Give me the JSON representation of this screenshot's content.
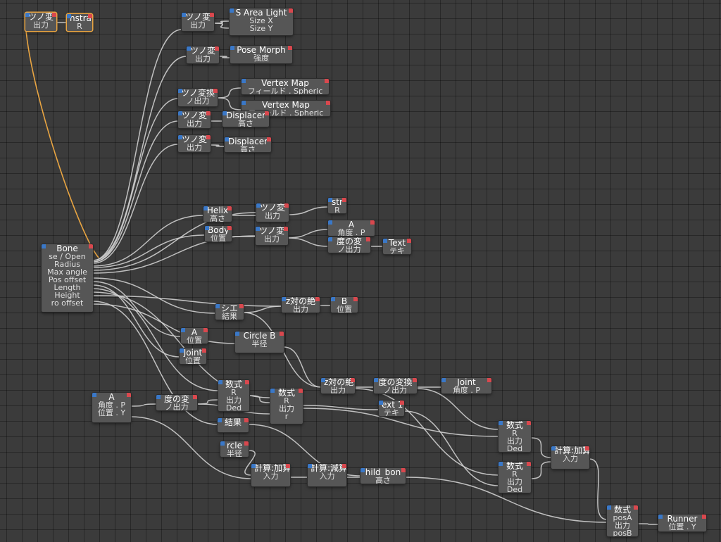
{
  "colors": {
    "canvas": "#3b3b3b",
    "node": "#565656",
    "wire": "#cfcfcf",
    "selected_wire": "#e9a542",
    "input_port": "#3a78c8",
    "output_port": "#d9484e"
  },
  "nodes": {
    "n_a1": {
      "title": "ツノ変",
      "rows": [
        "出力"
      ]
    },
    "n_a2": {
      "title": "nstra",
      "rows": [
        "R"
      ]
    },
    "n_b1": {
      "title": "ツノ変",
      "rows": [
        "出力"
      ]
    },
    "n_b2": {
      "title": "S Area Light",
      "rows": [
        "Size X",
        "Size Y"
      ]
    },
    "n_c1": {
      "title": "ツノ変",
      "rows": [
        "出力"
      ]
    },
    "n_c2": {
      "title": "Pose Morph",
      "rows": [
        "強度"
      ]
    },
    "n_d1": {
      "title": "ツノ変換",
      "rows": [
        "ノ出力"
      ]
    },
    "n_d2": {
      "title": "Vertex Map",
      "rows": [
        "フィールド . Spheric"
      ]
    },
    "n_d3": {
      "title": "Vertex Map",
      "rows": [
        "フィールド . Spheric"
      ]
    },
    "n_e1": {
      "title": "ツノ変",
      "rows": [
        "出力"
      ]
    },
    "n_e2": {
      "title": "Displacer",
      "rows": [
        "高さ"
      ]
    },
    "n_f1": {
      "title": "ツノ変",
      "rows": [
        "出力"
      ]
    },
    "n_f2": {
      "title": "Displacer",
      "rows": [
        "高さ"
      ]
    },
    "n_bone": {
      "title": "Bone",
      "rows": [
        "se / Open",
        "Radius",
        "Max angle",
        "Pos offset",
        "Length",
        "Height",
        "ro offset"
      ]
    },
    "n_helix": {
      "title": "Helix",
      "rows": [
        "高さ"
      ]
    },
    "n_g1": {
      "title": "ツノ変",
      "rows": [
        "出力"
      ]
    },
    "n_g2": {
      "title": "str",
      "rows": [
        "R"
      ]
    },
    "n_body": {
      "title": "Body",
      "rows": [
        "位置"
      ]
    },
    "n_h1": {
      "title": "ツノ変",
      "rows": [
        "出力"
      ]
    },
    "n_h2": {
      "title": "A",
      "rows": [
        "角度 . P"
      ]
    },
    "n_h3": {
      "title": "度の変",
      "rows": [
        "ノ出力"
      ]
    },
    "n_h4": {
      "title": "Text",
      "rows": [
        "テキ"
      ]
    },
    "n_i1": {
      "title": "シエ",
      "rows": [
        "結果"
      ]
    },
    "n_i2": {
      "title": "z対の絶",
      "rows": [
        "出力"
      ]
    },
    "n_i3": {
      "title": "B",
      "rows": [
        "位置"
      ]
    },
    "n_ja": {
      "title": "A",
      "rows": [
        "位置"
      ]
    },
    "n_circleb": {
      "title": "Circle B",
      "rows": [
        "半径"
      ]
    },
    "n_joint1": {
      "title": "Joint",
      "rows": [
        "位置"
      ]
    },
    "n_k1": {
      "title": "z対の絶",
      "rows": [
        "出力"
      ]
    },
    "n_k2": {
      "title": "度の変換",
      "rows": [
        "ノ出力"
      ]
    },
    "n_k3": {
      "title": "Joint",
      "rows": [
        "角度 . P"
      ]
    },
    "n_l1": {
      "title": "A",
      "rows": [
        "角度 . P",
        "位置 . Y"
      ]
    },
    "n_l2": {
      "title": "度の変",
      "rows": [
        "ノ出力"
      ]
    },
    "n_m1": {
      "title": "数式",
      "rows": [
        "R",
        "出力",
        "Ded"
      ]
    },
    "n_m2": {
      "title": "数式",
      "rows": [
        "R",
        "出力",
        "r"
      ]
    },
    "n_text2": {
      "title": "ext 1",
      "rows": [
        "テキ"
      ]
    },
    "n_result": {
      "title": "結果",
      "rows": [
        ""
      ]
    },
    "n_circle": {
      "title": "rcle",
      "rows": [
        "半径"
      ]
    },
    "n_n1": {
      "title": "計算:加算",
      "rows": [
        "入力"
      ]
    },
    "n_n2": {
      "title": "計算:減算",
      "rows": [
        "入力"
      ]
    },
    "n_child": {
      "title": "hild_bon",
      "rows": [
        "高さ"
      ]
    },
    "n_o1": {
      "title": "数式",
      "rows": [
        "R",
        "出力",
        "Ded"
      ]
    },
    "n_o2": {
      "title": "数式",
      "rows": [
        "R",
        "出力",
        "Ded"
      ]
    },
    "n_o3": {
      "title": "計算:加算",
      "rows": [
        "入力"
      ]
    },
    "n_p1": {
      "title": "数式",
      "rows": [
        "posA",
        "出力",
        "posB"
      ]
    },
    "n_runner": {
      "title": "Runner",
      "rows": [
        "位置 . Y"
      ]
    }
  }
}
